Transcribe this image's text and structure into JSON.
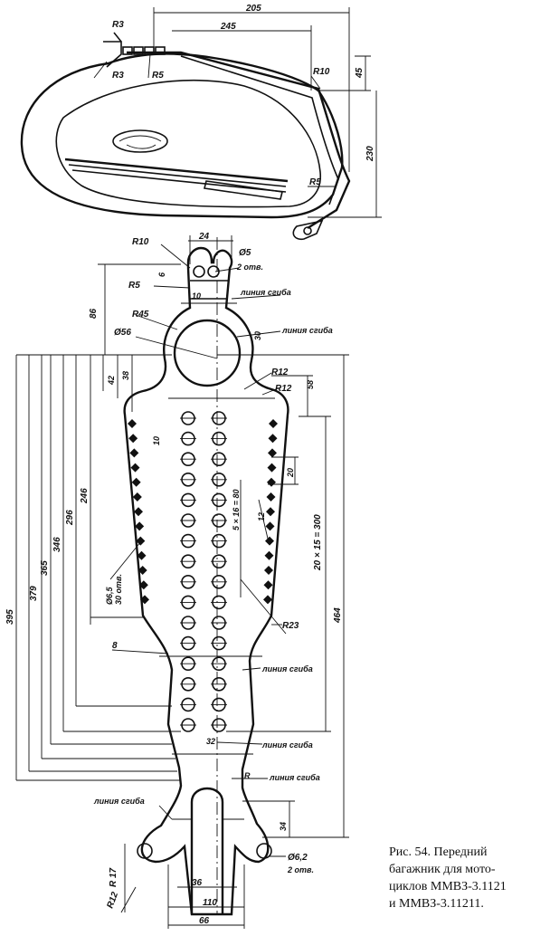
{
  "caption": {
    "line1": "Рис. 54. Передний",
    "line2": "багажник для мото-",
    "line3": "циклов ММВЗ-3.1121",
    "line4": "и ММВЗ-3.11211."
  },
  "top_view": {
    "dim_205": "205",
    "dim_245": "245",
    "dim_R3_a": "R3",
    "dim_R3_b": "R3",
    "dim_R5_a": "R5",
    "dim_R10": "R10",
    "dim_45": "45",
    "dim_230": "230",
    "dim_R5_b": "R5"
  },
  "plate": {
    "dim_R10": "R10",
    "dim_24": "24",
    "dim_phi5": "Ø5",
    "dim_2otv_top": "2 отв.",
    "dim_R5": "R5",
    "dim_6": "6",
    "dim_10": "10",
    "bend_top": "линия сгиба",
    "dim_86": "86",
    "dim_R45": "R45",
    "dim_phi56": "Ø56",
    "bend_upper_right": "линия сгиба",
    "dim_30": "30",
    "dim_R12_a": "R12",
    "dim_R12_b": "R12",
    "dim_58": "58",
    "dim_42": "42",
    "dim_38": "38",
    "dim_10_left": "10",
    "dim_20": "20",
    "dim_5x16": "5 × 16 = 80",
    "dim_12": "12",
    "dim_20x15": "20 × 15 = 300",
    "dim_246": "246",
    "dim_296": "296",
    "dim_346": "346",
    "dim_365": "365",
    "dim_379": "379",
    "dim_395": "395",
    "dim_464": "464",
    "dim_phi65": "Ø6,5",
    "dim_30otv": "30 отв.",
    "dim_R23": "R23",
    "dim_8": "8",
    "bend_mid": "линия сгиба",
    "dim_32": "32",
    "bend_low": "линия сгиба",
    "dim_R_small": "R",
    "bend_low_right": "линия сгиба",
    "bend_low_left": "линия сгиба",
    "dim_34": "34",
    "dim_phi62": "Ø6,2",
    "dim_2otv_bottom": "2 отв.",
    "dim_R17": "R 17",
    "dim_R12_bottom": "R12",
    "dim_36": "36",
    "dim_110": "110",
    "dim_66": "66"
  }
}
